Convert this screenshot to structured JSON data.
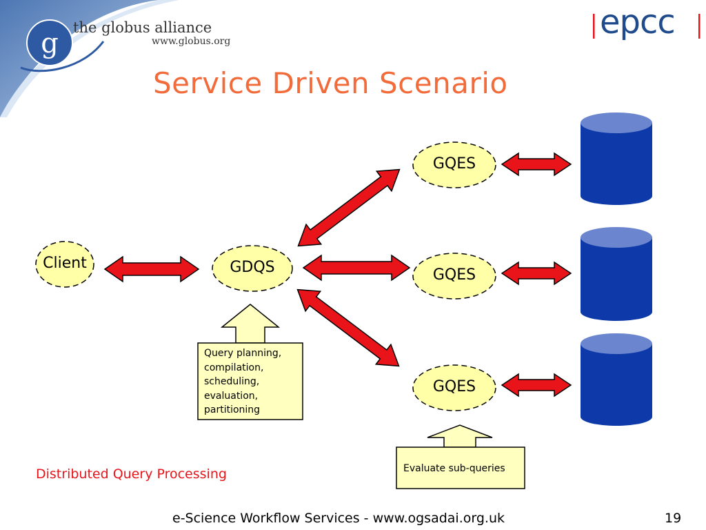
{
  "slide": {
    "title": "Service Driven Scenario",
    "logo_left": {
      "name": "the globus alliance",
      "url": "www.globus.org",
      "letter": "g"
    },
    "logo_right": {
      "text": "epcc"
    },
    "nodes": {
      "client": "Client",
      "gdqs": "GDQS",
      "gqes_top": "GQES",
      "gqes_middle": "GQES",
      "gqes_bottom": "GQES"
    },
    "callouts": {
      "gdqs_note": "Query planning,\ncompilation,\nscheduling,\nevaluation,\npartitioning",
      "gqes_note": "Evaluate sub-queries"
    },
    "caption": "Distributed Query Processing",
    "footer": "e-Science Workflow Services - www.ogsadai.org.uk",
    "page_number": "19",
    "colors": {
      "title": "#f26b3a",
      "arrow_fill": "#e8141a",
      "node_fill": "#ffffa8",
      "database_fill": "#0d3aa8",
      "database_top": "#6b86cf",
      "caption": "#e8141a",
      "epcc": "#1f4b8c",
      "globus_swoosh": "#3d6bb0"
    }
  }
}
